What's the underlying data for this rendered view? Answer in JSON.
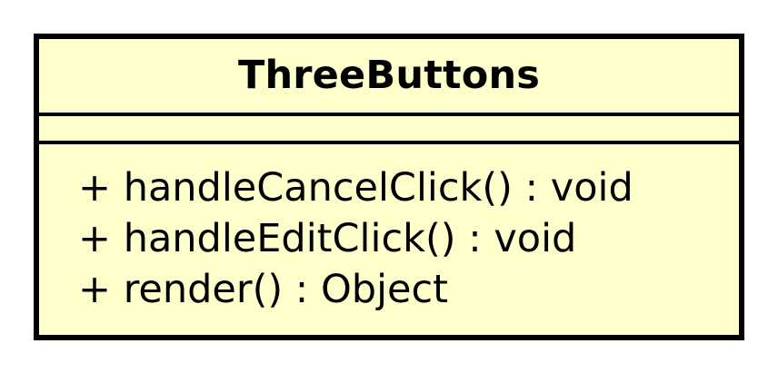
{
  "uml_class": {
    "name": "ThreeButtons",
    "attributes": [],
    "operations": [
      "+ handleCancelClick() : void",
      "+ handleEditClick() : void",
      "+ render() : Object"
    ]
  },
  "colors": {
    "class_fill": "#ffffcc",
    "border": "#000000",
    "text": "#000000",
    "background": "#ffffff"
  }
}
